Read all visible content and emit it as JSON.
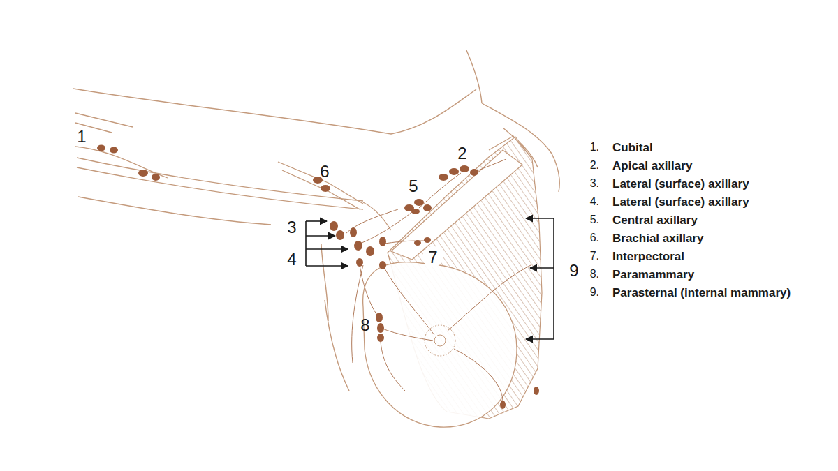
{
  "diagram": {
    "labels": [
      "1",
      "2",
      "3",
      "4",
      "5",
      "6",
      "7",
      "8",
      "9",
      "1.",
      "Cubital",
      "2.",
      "Apical axillary",
      "3.",
      "Lateral (surface) axillary",
      "4.",
      "Lateral (surface) axillary",
      "5.",
      "Central axillary",
      "6.",
      "Brachial axillary",
      "7.",
      "Interpectoral",
      "8.",
      "Paramammary",
      "9.",
      "Parasternal (internal mammary)"
    ]
  }
}
